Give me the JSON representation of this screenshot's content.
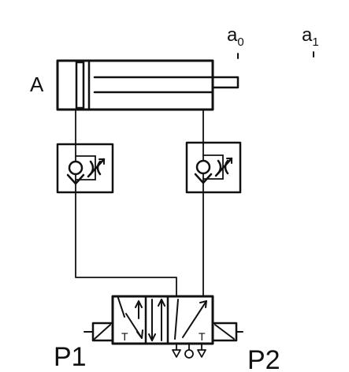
{
  "labels": {
    "cylinder": "A",
    "sensor_retracted": "a",
    "sensor_retracted_sub": "0",
    "sensor_extended": "a",
    "sensor_extended_sub": "1",
    "pilot_left": "P1",
    "pilot_right": "P2",
    "valve_port_t_left": "T",
    "valve_port_t_right": "T"
  },
  "icons": [
    "double-acting-cylinder-icon",
    "check-valve-icon",
    "adjustable-throttle-icon",
    "five-three-way-valve-icon",
    "pilot-actuator-icon",
    "exhaust-arrow-icon",
    "pressure-source-circle-icon"
  ],
  "colors": {
    "ink": "#111111",
    "background": "#ffffff"
  }
}
